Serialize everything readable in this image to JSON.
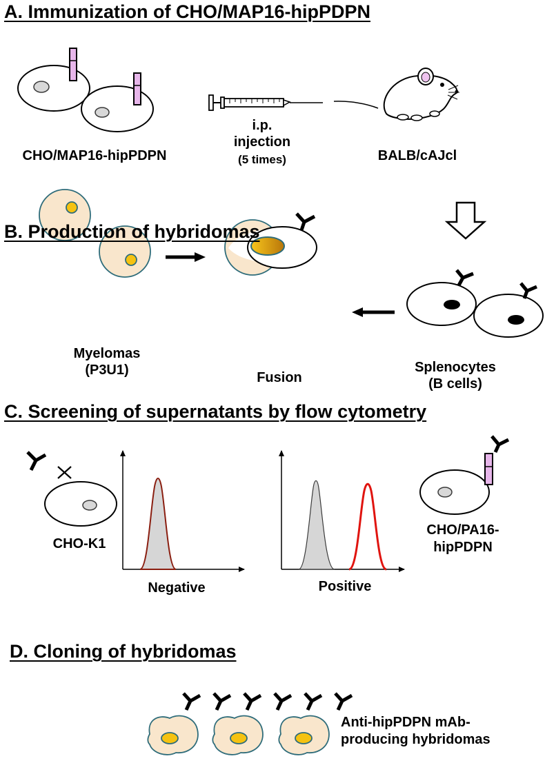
{
  "section_a": {
    "heading": "A. Immunization of CHO/MAP16-hipPDPN",
    "cells_label": "CHO/MAP16-hipPDPN",
    "injection_line1": "i.p.",
    "injection_line2": "injection",
    "injection_line3": "(5 times)",
    "mouse_label": "BALB/cAJcl"
  },
  "section_b": {
    "heading": "B. Production of hybridomas",
    "myeloma_line1": "Myelomas",
    "myeloma_line2": "(P3U1)",
    "fusion_label": "Fusion",
    "spleno_line1": "Splenocytes",
    "spleno_line2": "(B cells)"
  },
  "section_c": {
    "heading": "C. Screening of supernatants by flow cytometry",
    "chok1_label": "CHO-K1",
    "negative_label": "Negative",
    "positive_label": "Positive",
    "chopa_line1": "CHO/PA16-",
    "chopa_line2": "hipPDPN"
  },
  "section_d": {
    "heading": "D. Cloning of hybridomas",
    "result_line1": "Anti-hipPDPN mAb-",
    "result_line2": "producing hybridomas"
  },
  "colors": {
    "cream": "#f9e6cc",
    "gold": "#f5c211",
    "nucleus_border": "#2e6c7a",
    "gray_nucleus": "#d8d8d8",
    "pink_receptor": "#e7b6ea",
    "red_peak": "#e0140f",
    "gray_fill": "#d6d6d6"
  }
}
